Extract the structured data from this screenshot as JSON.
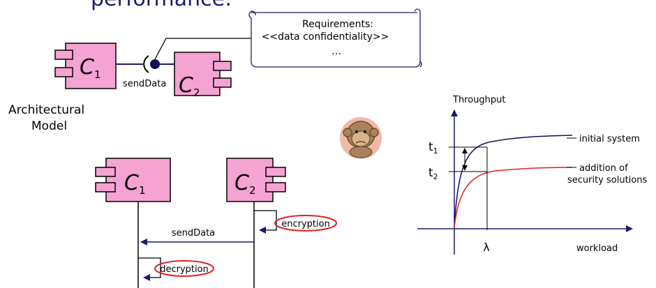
{
  "title_fragment": "performance:",
  "architectural_model": {
    "component_1": {
      "name": "C",
      "sub": "1"
    },
    "component_2": {
      "name": "C",
      "sub": "2"
    },
    "connector_label": "sendData",
    "caption_line1": "Architectural",
    "caption_line2": "Model"
  },
  "requirements_scroll": {
    "line1": "Requirements:",
    "line2": "<<data confidentiality>>",
    "line3": "…"
  },
  "sequence_diagram": {
    "component_1": {
      "name": "C",
      "sub": "1"
    },
    "component_2": {
      "name": "C",
      "sub": "2"
    },
    "message_label": "sendData",
    "self_call_c2": "encryption",
    "self_call_c1": "decryption"
  },
  "graph": {
    "y_axis_label": "Throughput",
    "x_axis_label": "workload",
    "t1": {
      "name": "t",
      "sub": "1"
    },
    "t2": {
      "name": "t",
      "sub": "2"
    },
    "lambda": "λ",
    "curve_initial_label": "initial system",
    "curve_security_label_line1": "addition of",
    "curve_security_label_line2": "security solutions"
  },
  "colors": {
    "component_fill": "#f5a3d3",
    "connector": "#1a1a6e",
    "curve_initial": "#10105a",
    "curve_security": "#e02020",
    "highlight_ellipse": "#e02020"
  },
  "icons": {
    "monkey": "monkey-icon"
  }
}
